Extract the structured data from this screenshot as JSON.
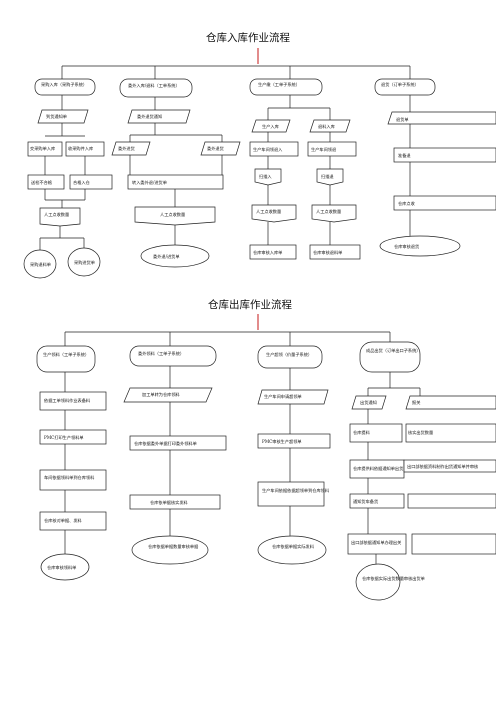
{
  "inbound": {
    "title": "仓库入库作业流程",
    "columns": [
      "采购入库（采购子系统）",
      "委外入库/退料（工单系统）",
      "生产缴（工单子系统）",
      "退货（订单子系统）"
    ],
    "nodes": [
      "到货通知单",
      "交采购单入库",
      "收采购件入库",
      "送检不合格",
      "合格入仓",
      "人工点收数量",
      "采购退料单",
      "采购进货单",
      "委外退货通知",
      "委外进货",
      "委外退货",
      "转入委外退/进货单",
      "人工点收数量",
      "委外退/进货单",
      "生产入库",
      "退料入库",
      "生产车间领退入",
      "生产车间领退",
      "扫描入",
      "扫描退",
      "人工点收数量",
      "人工点收数量",
      "仓库审核入库单",
      "仓库审核退料单",
      "退货单",
      "准备退",
      "仓库点收",
      "仓库审核退货"
    ]
  },
  "outbound": {
    "title": "仓库出库作业流程",
    "columns": [
      "生产领料（工单子系统）",
      "委外领料（工单子系统）",
      "生产超领（价量子系统）",
      "成品出货（订单出口子系统）"
    ],
    "nodes": [
      "依据工单领料作业表备料",
      "PMC打印生产领料单",
      "车间依据领料单到仓库领料",
      "仓库核对单据、发料",
      "仓库审核领料单",
      "加工单转为仓库领料",
      "仓库依据委外单据打印委外领料单",
      "仓库依单据核实发料",
      "仓库依据单据数量审核单据",
      "生产车间申请超领单",
      "PMC审核生产超领单",
      "生产车间依据依据超领单到仓库领料",
      "仓库依据单据实际发料",
      "出货通知",
      "仓库提料",
      "仓库提供料依据通知单出货",
      "出口部依据资料制作出货通知单并审核",
      "通知货车备货",
      "出口部依据通知单办理出关",
      "仓库依据实际出货数量审核出货单",
      "报关",
      "核实出货数量"
    ]
  }
}
